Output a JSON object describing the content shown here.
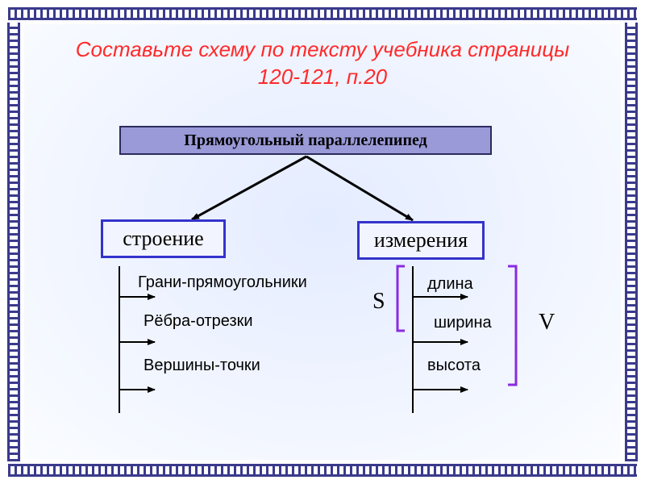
{
  "title": {
    "line1": "Составьте схему по тексту учебника страницы",
    "line2": "120-121, п.20"
  },
  "diagram": {
    "root": "Прямоугольный параллелепипед",
    "left_branch": {
      "label": "строение",
      "items": [
        "Грани-прямоугольники",
        "Рёбра-отрезки",
        "Вершины-точки"
      ]
    },
    "right_branch": {
      "label": "измерения",
      "items": [
        "длина",
        "ширина",
        "высота"
      ],
      "area_label": "S",
      "volume_label": "V"
    }
  },
  "colors": {
    "title": "#ff2a2a",
    "root_fill": "#9a9ad8",
    "branch_border": "#3333cc",
    "frame": "#3a3a8c",
    "bracket": "#8a2be2"
  }
}
